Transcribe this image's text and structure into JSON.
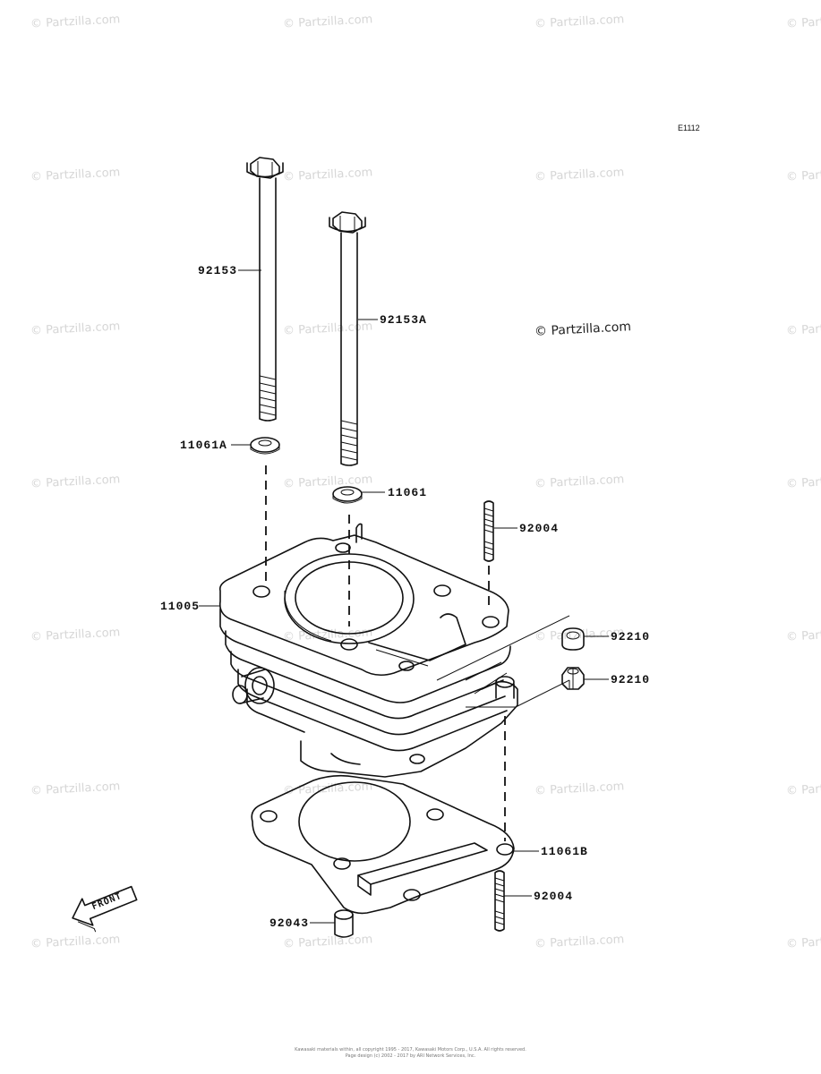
{
  "diagram_code": "E1112",
  "watermark": "© Partzilla.com",
  "parts": {
    "bolt_long": "92153",
    "bolt_short": "92153A",
    "washer_a": "11061A",
    "washer": "11061",
    "stud_upper": "92004",
    "cylinder": "11005",
    "nut_upper": "92210",
    "nut_lower": "92210",
    "gasket": "11061B",
    "stud_lower": "92004",
    "dowel_pin": "92043"
  },
  "front_marker": "FRONT",
  "footer": {
    "line1": "Kawasaki materials within, all copyright 1995 - 2017, Kawasaki Motors Corp., U.S.A. All rights reserved.",
    "line2": "Page design (c) 2002 - 2017 by ARI Network Services, Inc."
  }
}
